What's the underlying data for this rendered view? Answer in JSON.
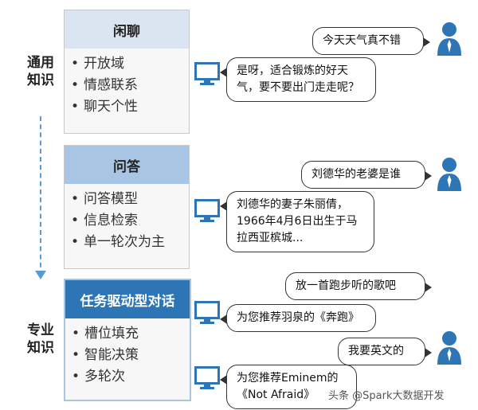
{
  "side_labels": {
    "general": [
      "通用",
      "知识"
    ],
    "specialized": [
      "专业",
      "知识"
    ]
  },
  "categories": [
    {
      "title": "闲聊",
      "items": [
        "开放域",
        "情感联系",
        "聊天个性"
      ]
    },
    {
      "title": "问答",
      "items": [
        "问答模型",
        "信息检索",
        "单一轮次为主"
      ]
    },
    {
      "title": "任务驱动型对话",
      "items": [
        "槽位填充",
        "智能决策",
        "多轮次"
      ]
    }
  ],
  "dialogs": [
    {
      "role": "user",
      "text": "今天天气真不错"
    },
    {
      "role": "bot",
      "text": "是呀，适合锻炼的好天气，要不要出门走走呢？"
    },
    {
      "role": "user",
      "text": "刘德华的老婆是谁"
    },
    {
      "role": "bot",
      "text": "刘德华的妻子朱丽倩，1966年4月6日出生于马拉西亚槟城..."
    },
    {
      "role": "user",
      "text": "放一首跑步听的歌吧"
    },
    {
      "role": "bot",
      "text": "为您推荐羽泉的《奔跑》"
    },
    {
      "role": "user",
      "text": "我要英文的"
    },
    {
      "role": "bot",
      "text": "为您推荐Eminem的《Not Afraid》"
    }
  ],
  "watermark": "头条 @Spark大数据开发",
  "colors": {
    "accent": "#2e75b6",
    "light": "#dbe5f1",
    "mid": "#a8c5e4",
    "arrow": "#5b9bd5"
  }
}
